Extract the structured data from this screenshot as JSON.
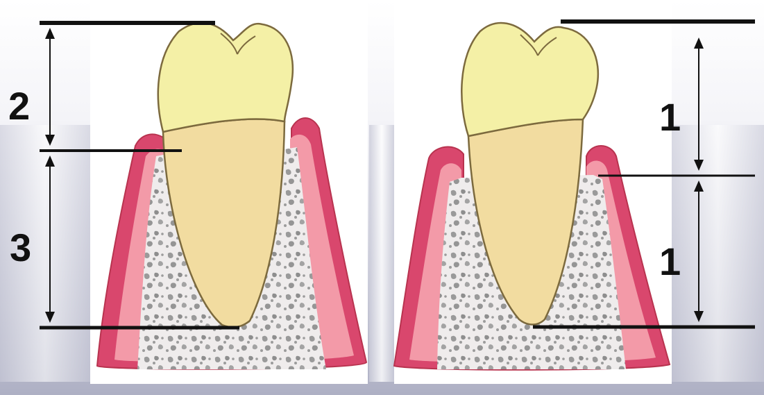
{
  "diagram": {
    "left_panel": {
      "crown_label": "2",
      "root_label": "3"
    },
    "right_panel": {
      "crown_label": "1",
      "root_label": "1"
    }
  },
  "colors": {
    "crown": "#f4f0a6",
    "root": "#f2dca0",
    "gum_outer": "#d9476d",
    "gum_inner": "#f39aa8",
    "bone_bg": "#efecec",
    "bone_spots": "#9a9a9a",
    "line": "#111111"
  }
}
